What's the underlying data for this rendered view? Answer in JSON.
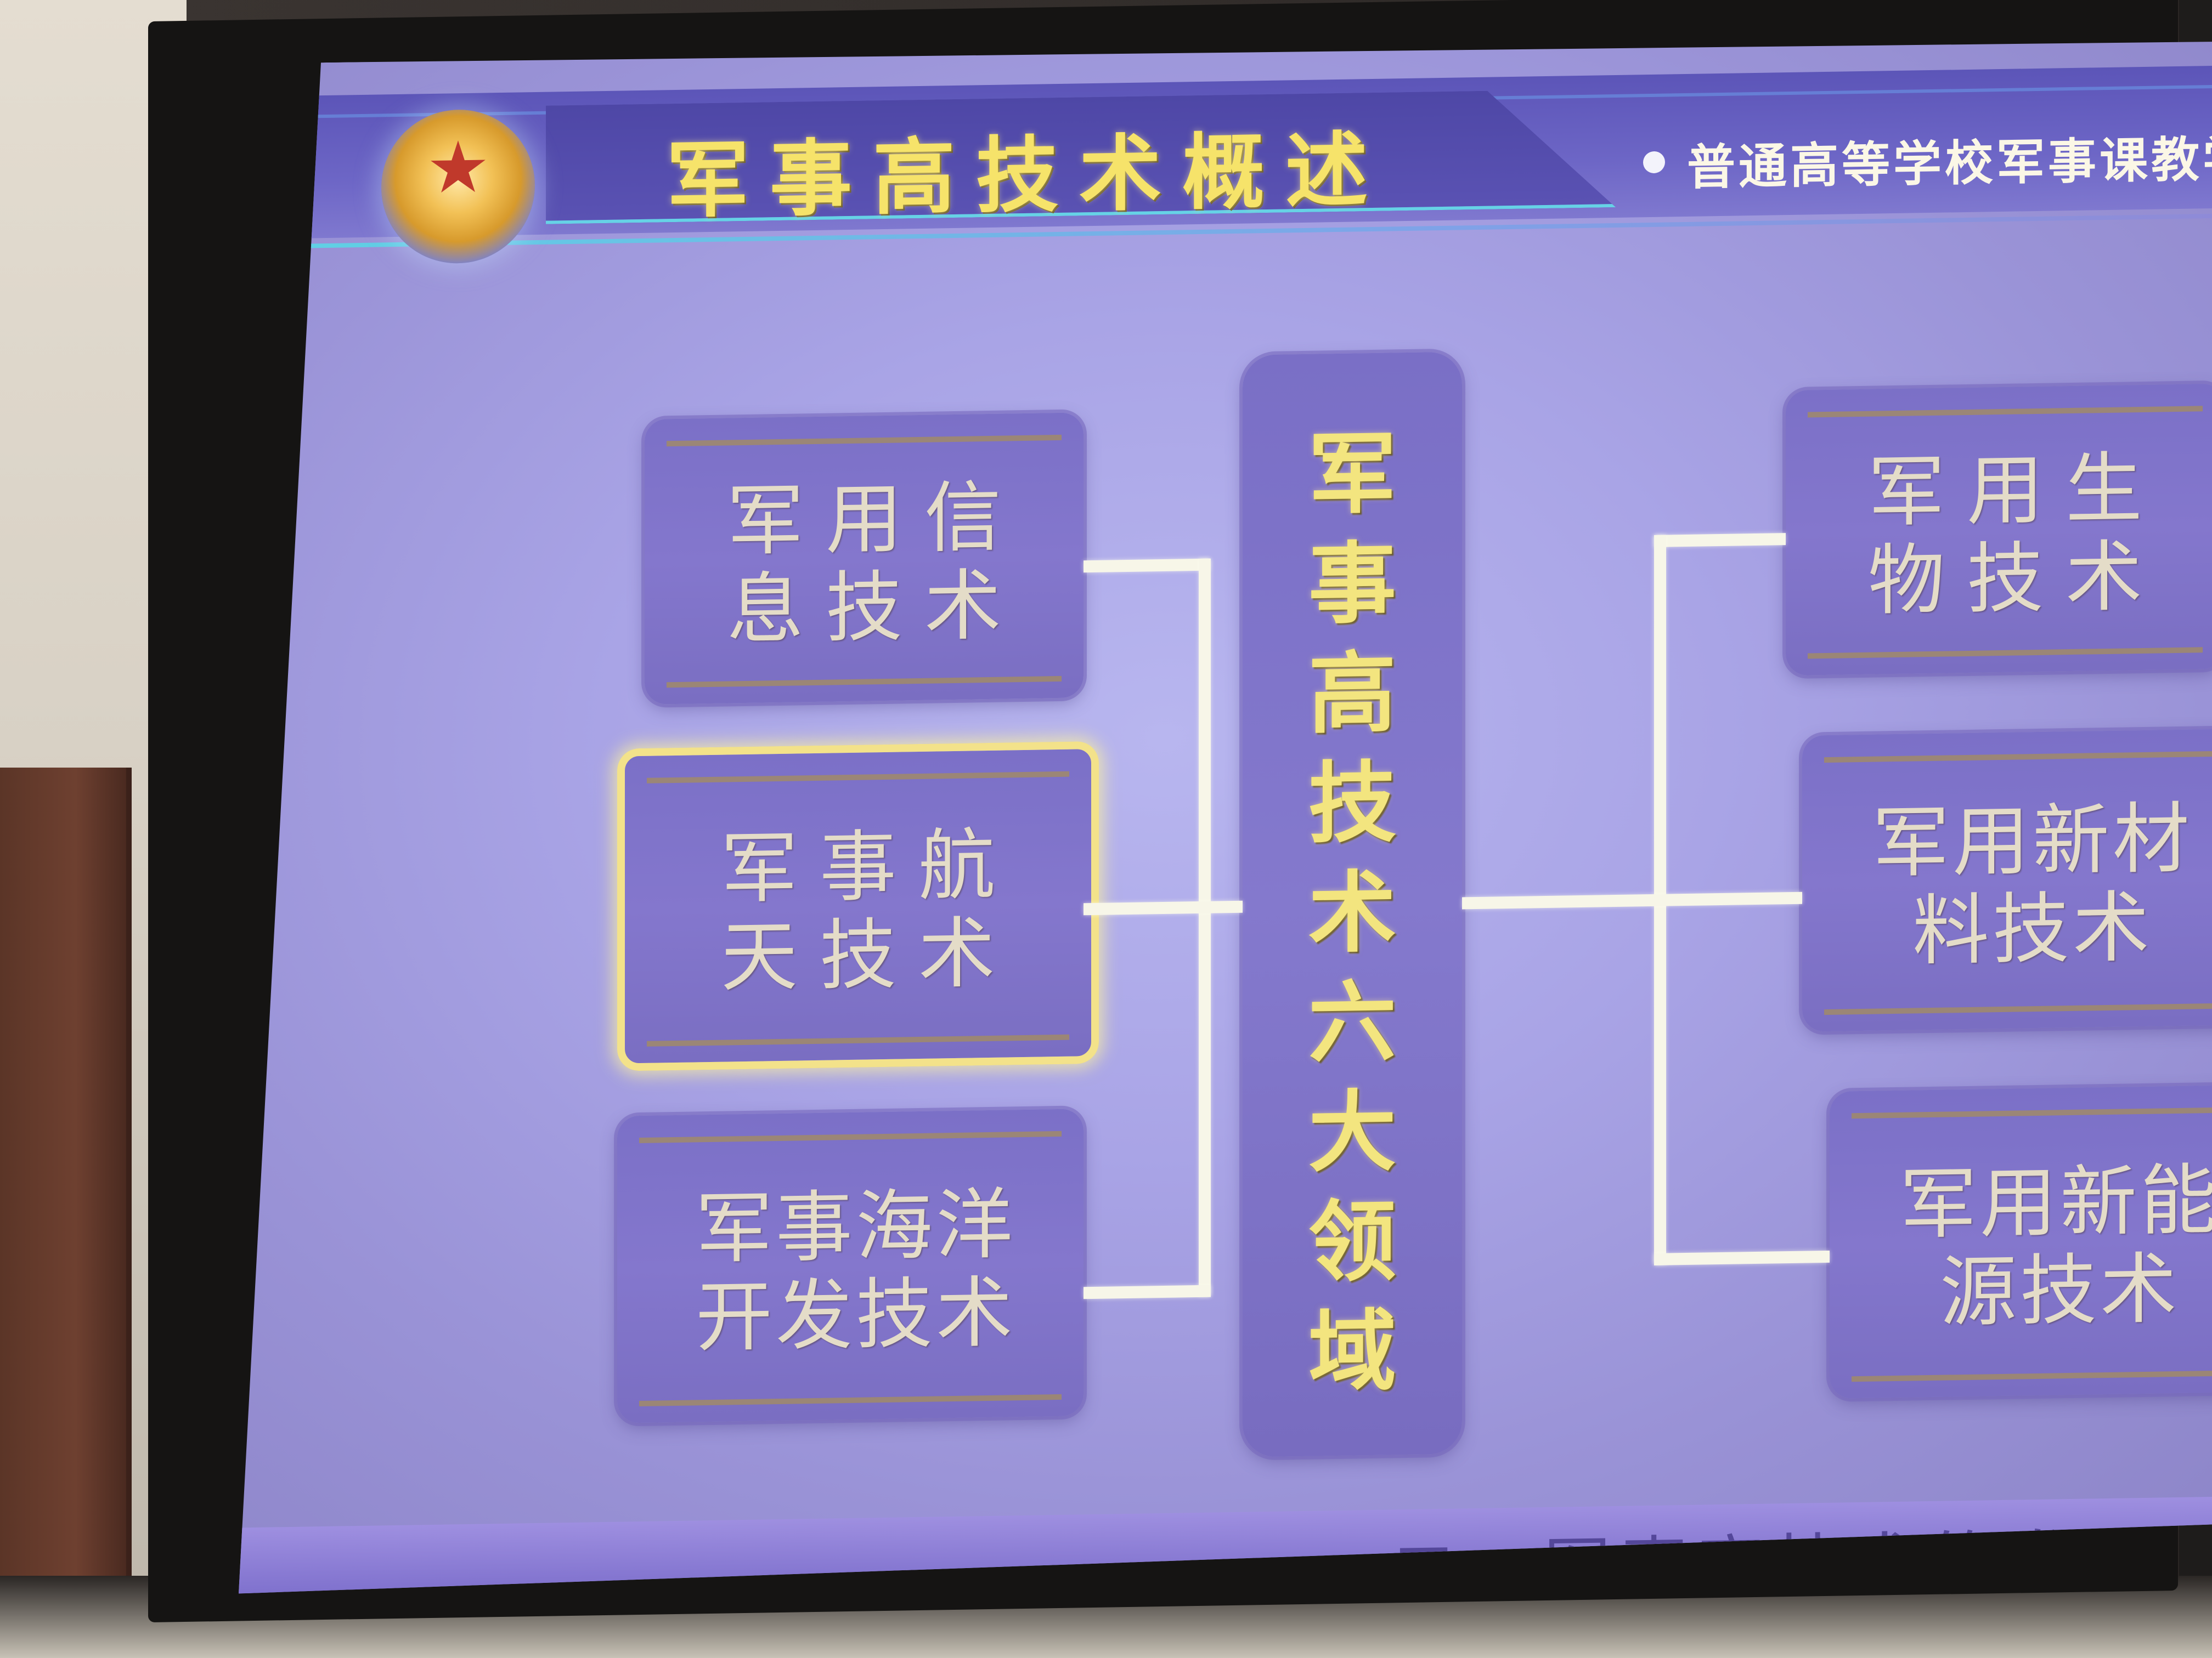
{
  "slide": {
    "title": "军事高技术概述",
    "course_label": "普通高等学校军事课教学系列课件",
    "center_label": "军\n事\n高\n技\n术\n六\n大\n领\n域",
    "boxes": {
      "info": "军用信\n息技术",
      "aerospace": "军事航\n天技术",
      "ocean": "军事海洋\n开发技术",
      "bio": "军用生\n物技术",
      "materials": "军用新材\n料技术",
      "energy": "军用新能\n源技术"
    },
    "bottom_caption": "二、军事高技术的发展与应用"
  },
  "colors": {
    "slide_background": "#a9a4e6",
    "title_color": "#f6e36a",
    "box_text_color": "#e4dcc8",
    "highlight_border": "#f3e28a",
    "connector_color": "#f7f6e8"
  },
  "icons": {
    "emblem": "military-emblem-icon"
  }
}
